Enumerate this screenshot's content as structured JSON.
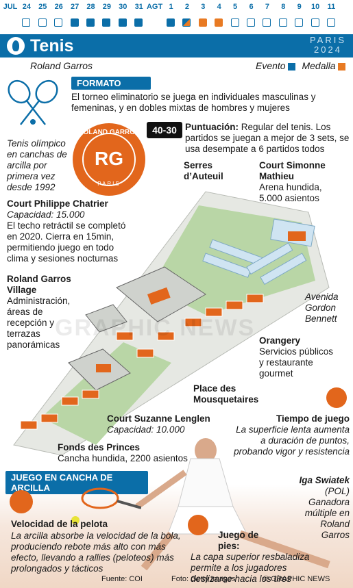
{
  "calendar": {
    "days": [
      {
        "label": "JUL",
        "kind": "month",
        "box": "none"
      },
      {
        "label": "24",
        "box": "empty"
      },
      {
        "label": "25",
        "box": "empty"
      },
      {
        "label": "26",
        "box": "empty"
      },
      {
        "label": "27",
        "box": "ev"
      },
      {
        "label": "28",
        "box": "ev"
      },
      {
        "label": "29",
        "box": "ev"
      },
      {
        "label": "30",
        "box": "ev"
      },
      {
        "label": "31",
        "box": "ev"
      },
      {
        "label": "AGT",
        "kind": "month",
        "box": "none"
      },
      {
        "label": "1",
        "box": "ev"
      },
      {
        "label": "2",
        "box": "split"
      },
      {
        "label": "3",
        "box": "med"
      },
      {
        "label": "4",
        "box": "med"
      },
      {
        "label": "5",
        "box": "empty"
      },
      {
        "label": "6",
        "box": "empty"
      },
      {
        "label": "7",
        "box": "empty"
      },
      {
        "label": "8",
        "box": "empty"
      },
      {
        "label": "9",
        "box": "empty"
      },
      {
        "label": "10",
        "box": "empty"
      },
      {
        "label": "11",
        "box": "empty"
      }
    ]
  },
  "header": {
    "title": "Tenis",
    "paris_line1": "PARIS",
    "paris_line2": "2024",
    "venue": "Roland Garros",
    "legend_event": "Evento",
    "legend_medal": "Medalla"
  },
  "colors": {
    "blue": "#0b6ea8",
    "orange": "#e87a23"
  },
  "formato": {
    "heading": "FORMATO",
    "text": "El torneo eliminatorio se juega en individuales masculinas y femeninas, y en dobles mixtas de hombres y mujeres"
  },
  "olympic_note": "Tenis olímpico en canchas de arcilla por primera vez desde 1992",
  "logo": {
    "top": "ROLAND GARROS",
    "mono": "RG",
    "bottom": "PARIS"
  },
  "scoring": {
    "badge": "40-30",
    "label": "Puntuación:",
    "text": "Regular del tenis. Los partidos se juegan a mejor de 3 sets, se usa desempate a 6 partidos todos"
  },
  "venues": {
    "serres": {
      "name": "Serres d’Auteuil"
    },
    "simonne": {
      "name": "Court Simonne Mathieu",
      "desc": "Arena hundida, 5.000 asientos"
    },
    "chatrier": {
      "name": "Court Philippe Chatrier",
      "cap": "Capacidad: 15.000",
      "desc": "El techo retráctil se completó en 2020. Cierra en 15min, permitiendo juego en todo clima y sesiones nocturnas"
    },
    "village": {
      "name": "Roland Garros Village",
      "desc": "Administración, áreas de recepción y terrazas panorámicas"
    },
    "avenida": {
      "name": "Avenida Gordon Bennett"
    },
    "orangery": {
      "name": "Orangery",
      "desc": "Servicios públicos y restaurante gourmet"
    },
    "mousquetaires": {
      "name": "Place des Mousquetaires"
    },
    "lenglen": {
      "name": "Court Suzanne Lenglen",
      "cap": "Capacidad: 10.000"
    },
    "princes": {
      "name": "Fonds des Princes",
      "desc": "Cancha hundida, 2200 asientos"
    }
  },
  "tiempo": {
    "title": "Tiempo de juego",
    "text": "La superficie lenta aumenta a duración de puntos, probando vigor y resistencia"
  },
  "athlete": {
    "name": "Iga Swiatek",
    "country": "(POL)",
    "desc": "Ganadora múltiple en Roland Garros"
  },
  "clay": {
    "heading": "JUEGO EN CANCHA DE ARCILLA",
    "velocidad_title": "Velocidad de la pelota",
    "velocidad_text": "La arcilla absorbe la velocidad de la bola, produciendo rebote más alto con más efecto, llevando a rallies (peloteos) más prolongados y tácticos",
    "pies_title": "Juego de pies:",
    "pies_text": "La capa superior resbaladiza permite a los jugadores deslizarse hacia los tiros"
  },
  "footer": {
    "source": "Fuente: COI",
    "photo": "Foto: Getty Images",
    "credit": "© GRAPHIC NEWS"
  },
  "watermark": "GRAPHIC NEWS"
}
